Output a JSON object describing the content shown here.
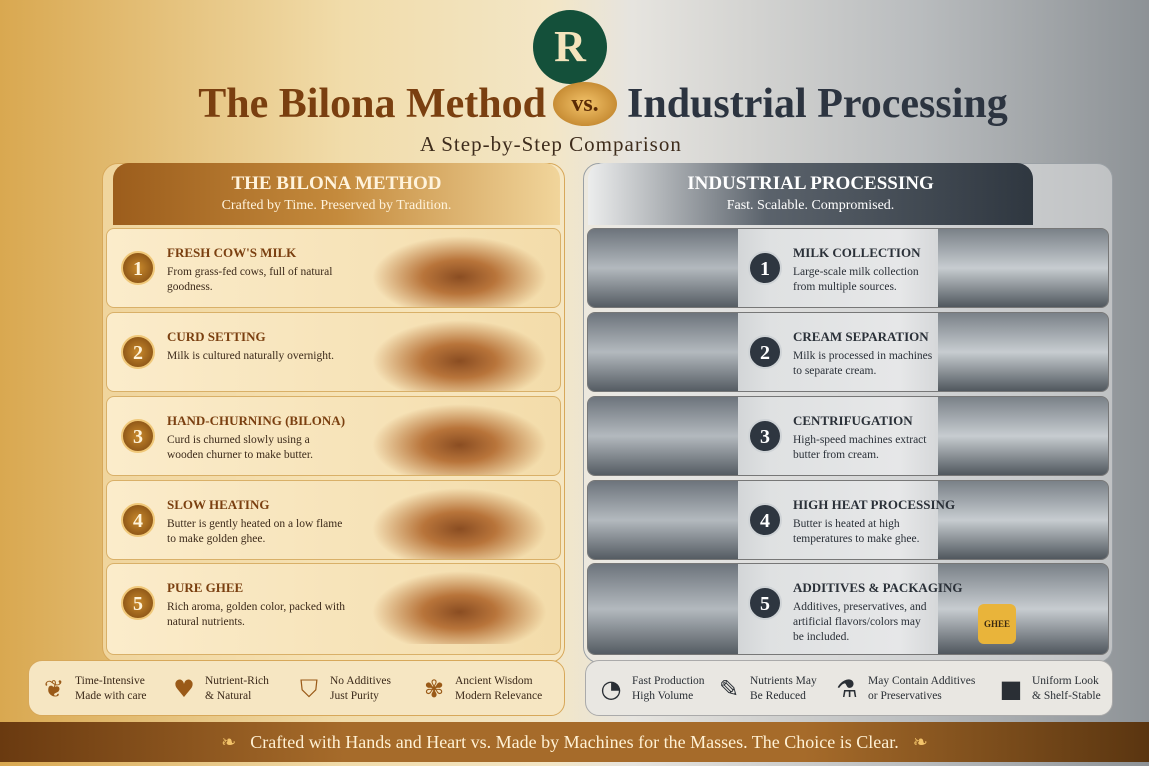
{
  "logo_text": "R",
  "title_left": "The Bilona Method",
  "vs": "vs.",
  "title_right": "Industrial Processing",
  "subtitle": "A Step-by-Step Comparison",
  "left": {
    "title": "THE BILONA METHOD",
    "tagline": "Crafted by Time. Preserved by Tradition.",
    "steps": [
      {
        "n": "1",
        "title": "Fresh Cow's Milk",
        "desc": "From grass-fed cows, full of natural goodness."
      },
      {
        "n": "2",
        "title": "Curd Setting",
        "desc": "Milk is cultured naturally overnight."
      },
      {
        "n": "3",
        "title": "Hand-Churning (Bilona)",
        "desc": "Curd is churned slowly using a wooden churner to make butter."
      },
      {
        "n": "4",
        "title": "Slow Heating",
        "desc": "Butter is gently heated on a low flame to make golden ghee."
      },
      {
        "n": "5",
        "title": "Pure Ghee",
        "desc": "Rich aroma, golden color, packed with natural nutrients."
      }
    ],
    "features": [
      {
        "icon": "leaf-icon",
        "glyph": "❦",
        "l1": "Time-Intensive",
        "l2": "Made with care"
      },
      {
        "icon": "heart-icon",
        "glyph": "♥",
        "l1": "Nutrient-Rich",
        "l2": "& Natural"
      },
      {
        "icon": "shield-icon",
        "glyph": "⛉",
        "l1": "No Additives",
        "l2": "Just Purity"
      },
      {
        "icon": "plant-icon",
        "glyph": "✾",
        "l1": "Ancient Wisdom",
        "l2": "Modern Relevance"
      }
    ]
  },
  "right": {
    "title": "INDUSTRIAL PROCESSING",
    "tagline": "Fast. Scalable. Compromised.",
    "steps": [
      {
        "n": "1",
        "title": "Milk Collection",
        "desc": "Large-scale milk collection from multiple sources."
      },
      {
        "n": "2",
        "title": "Cream Separation",
        "desc": "Milk is processed in machines to separate cream."
      },
      {
        "n": "3",
        "title": "Centrifugation",
        "desc": "High-speed machines extract butter from cream."
      },
      {
        "n": "4",
        "title": "High Heat Processing",
        "desc": "Butter is heated at high temperatures to make ghee."
      },
      {
        "n": "5",
        "title": "Additives & Packaging",
        "desc": "Additives, preservatives, and artificial flavors/colors may be included."
      }
    ],
    "features": [
      {
        "icon": "gauge-icon",
        "glyph": "◔",
        "l1": "Fast Production",
        "l2": "High Volume"
      },
      {
        "icon": "dropper-icon",
        "glyph": "✎",
        "l1": "Nutrients May",
        "l2": "Be Reduced"
      },
      {
        "icon": "flask-icon",
        "glyph": "⚗",
        "l1": "May Contain Additives",
        "l2": "or Preservatives"
      },
      {
        "icon": "box-icon",
        "glyph": "■",
        "l1": "Uniform Look",
        "l2": "& Shelf-Stable"
      }
    ]
  },
  "banner": "Crafted with Hands and Heart vs. Made by Machines for the Masses. The Choice is Clear.",
  "jar_label": "GHEE"
}
